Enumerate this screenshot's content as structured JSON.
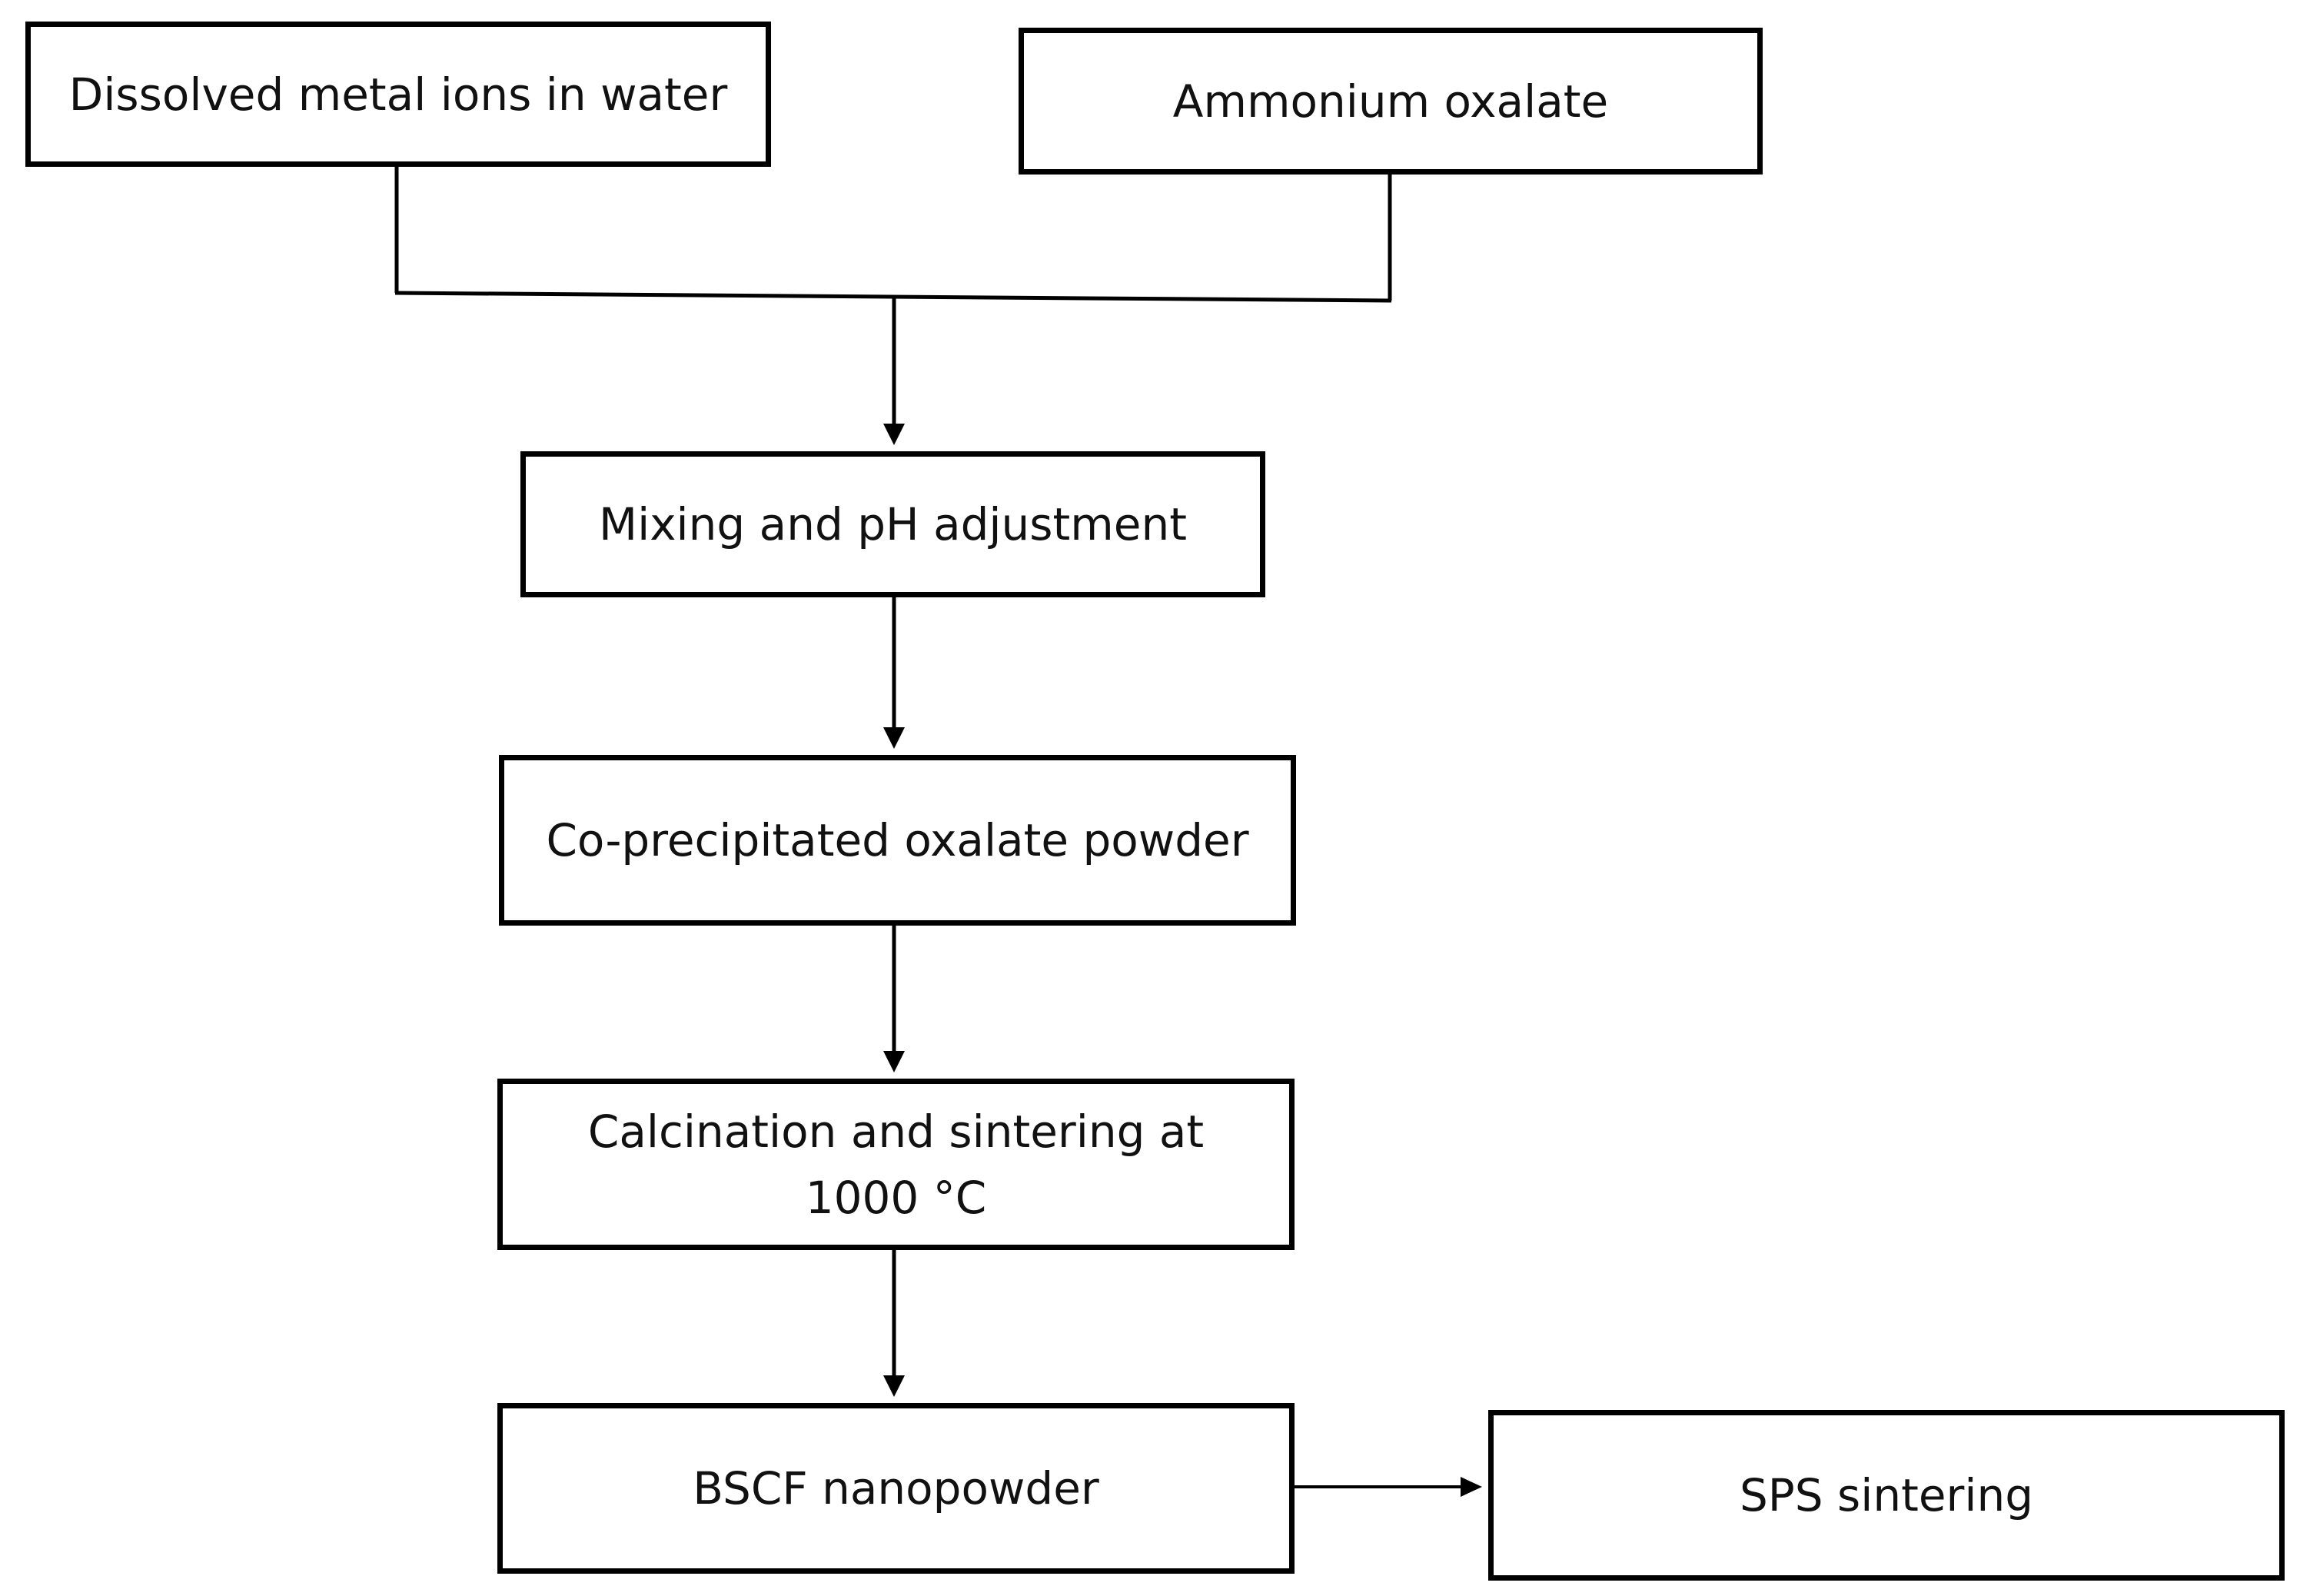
{
  "diagram": {
    "nodes": {
      "dissolved": "Dissolved metal ions in water",
      "ammonium": "Ammonium oxalate",
      "mixing": "Mixing and pH adjustment",
      "coprecip": "Co-precipitated oxalate powder",
      "calcination": "Calcination and sintering at\n1000 °C",
      "bscf": "BSCF nanopowder",
      "sps": "SPS sintering"
    },
    "edges": [
      {
        "from": "dissolved",
        "to": "mixing"
      },
      {
        "from": "ammonium",
        "to": "mixing"
      },
      {
        "from": "mixing",
        "to": "coprecip"
      },
      {
        "from": "coprecip",
        "to": "calcination"
      },
      {
        "from": "calcination",
        "to": "bscf"
      },
      {
        "from": "bscf",
        "to": "sps"
      }
    ],
    "colors": {
      "stroke": "#000000",
      "text": "#111111",
      "background": "#ffffff"
    }
  }
}
